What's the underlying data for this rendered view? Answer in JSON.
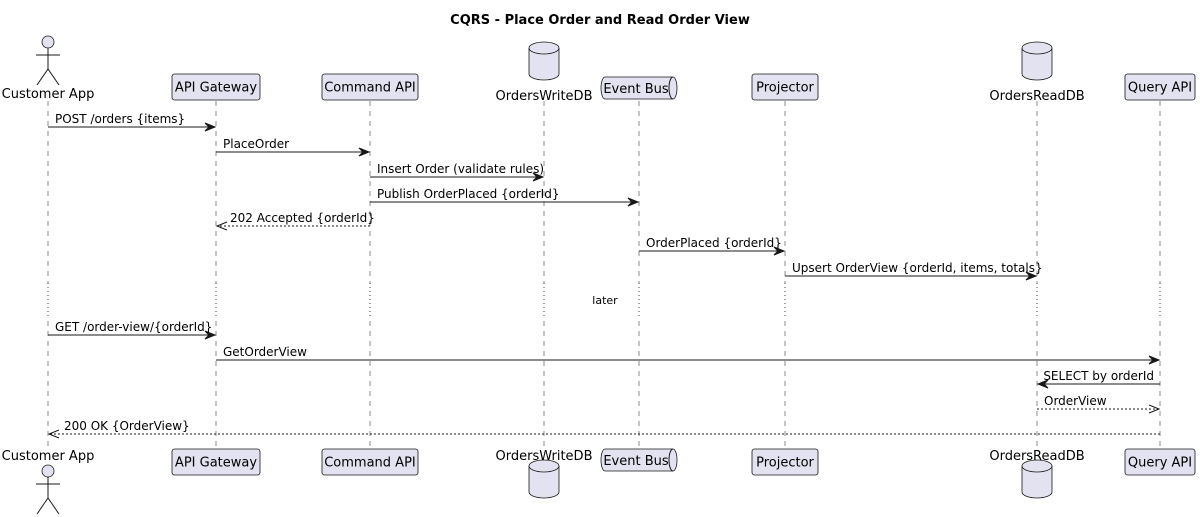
{
  "diagram": {
    "title": "CQRS - Place Order and Read Order View",
    "participants": [
      {
        "id": "customer",
        "label": "Customer App",
        "kind": "actor"
      },
      {
        "id": "gateway",
        "label": "API Gateway",
        "kind": "box"
      },
      {
        "id": "command",
        "label": "Command API",
        "kind": "box"
      },
      {
        "id": "writedb",
        "label": "OrdersWriteDB",
        "kind": "database"
      },
      {
        "id": "bus",
        "label": "Event Bus",
        "kind": "queue"
      },
      {
        "id": "projector",
        "label": "Projector",
        "kind": "box"
      },
      {
        "id": "readdb",
        "label": "OrdersReadDB",
        "kind": "database"
      },
      {
        "id": "query",
        "label": "Query API",
        "kind": "box"
      }
    ],
    "messages": [
      {
        "from": "customer",
        "to": "gateway",
        "label": "POST /orders {items}",
        "style": "sync"
      },
      {
        "from": "gateway",
        "to": "command",
        "label": "PlaceOrder",
        "style": "sync"
      },
      {
        "from": "command",
        "to": "writedb",
        "label": "Insert Order (validate rules)",
        "style": "sync"
      },
      {
        "from": "command",
        "to": "bus",
        "label": "Publish OrderPlaced {orderId}",
        "style": "sync"
      },
      {
        "from": "command",
        "to": "gateway",
        "label": "202 Accepted {orderId}",
        "style": "return"
      },
      {
        "from": "bus",
        "to": "projector",
        "label": "OrderPlaced {orderId}",
        "style": "sync"
      },
      {
        "from": "projector",
        "to": "readdb",
        "label": "Upsert OrderView {orderId, items, totals}",
        "style": "sync"
      },
      {
        "divider": true,
        "label": "later"
      },
      {
        "from": "customer",
        "to": "gateway",
        "label": "GET /order-view/{orderId}",
        "style": "sync"
      },
      {
        "from": "gateway",
        "to": "query",
        "label": "GetOrderView",
        "style": "sync"
      },
      {
        "from": "query",
        "to": "readdb",
        "label": "SELECT by orderId",
        "style": "sync"
      },
      {
        "from": "readdb",
        "to": "query",
        "label": "OrderView",
        "style": "return"
      },
      {
        "from": "query",
        "to": "customer",
        "label": "200 OK {OrderView}",
        "style": "return"
      }
    ]
  }
}
